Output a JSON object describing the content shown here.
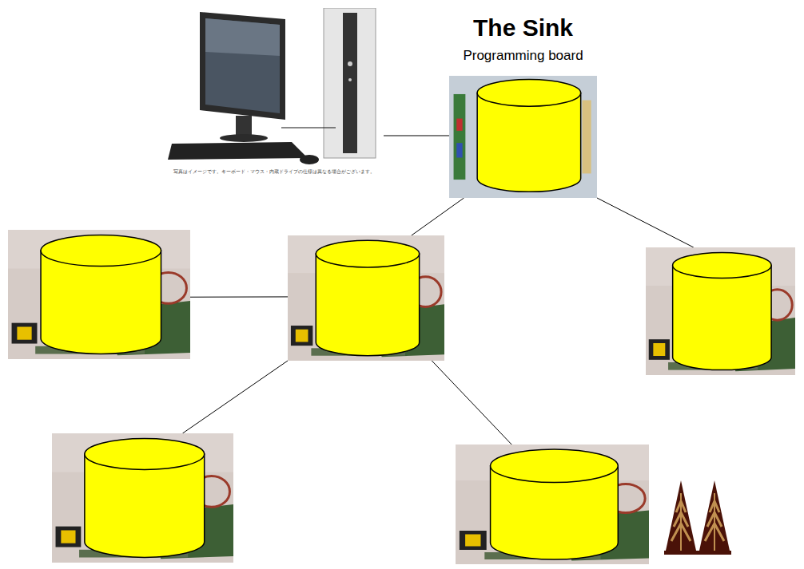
{
  "diagram": {
    "nodes": [
      {
        "text": [
          "写真はイメージです。キーボード・マウス・内蔵ドライブの仕様は異なる場合がございます。"
        ]
      },
      {
        "text": [
          "The Sink",
          "Programming board"
        ]
      },
      {
        "text": []
      },
      {
        "text": []
      },
      {
        "text": []
      },
      {
        "text": []
      },
      {
        "text": []
      }
    ],
    "edges": [
      {
        "from": 0,
        "to": 1,
        "arrow": "none"
      },
      {
        "from": 1,
        "to": 3,
        "arrow": "none"
      },
      {
        "from": 1,
        "to": 4,
        "arrow": "none"
      },
      {
        "from": 3,
        "to": 2,
        "arrow": "none"
      },
      {
        "from": 3,
        "to": 5,
        "arrow": "none"
      },
      {
        "from": 3,
        "to": 6,
        "arrow": "none"
      }
    ]
  }
}
